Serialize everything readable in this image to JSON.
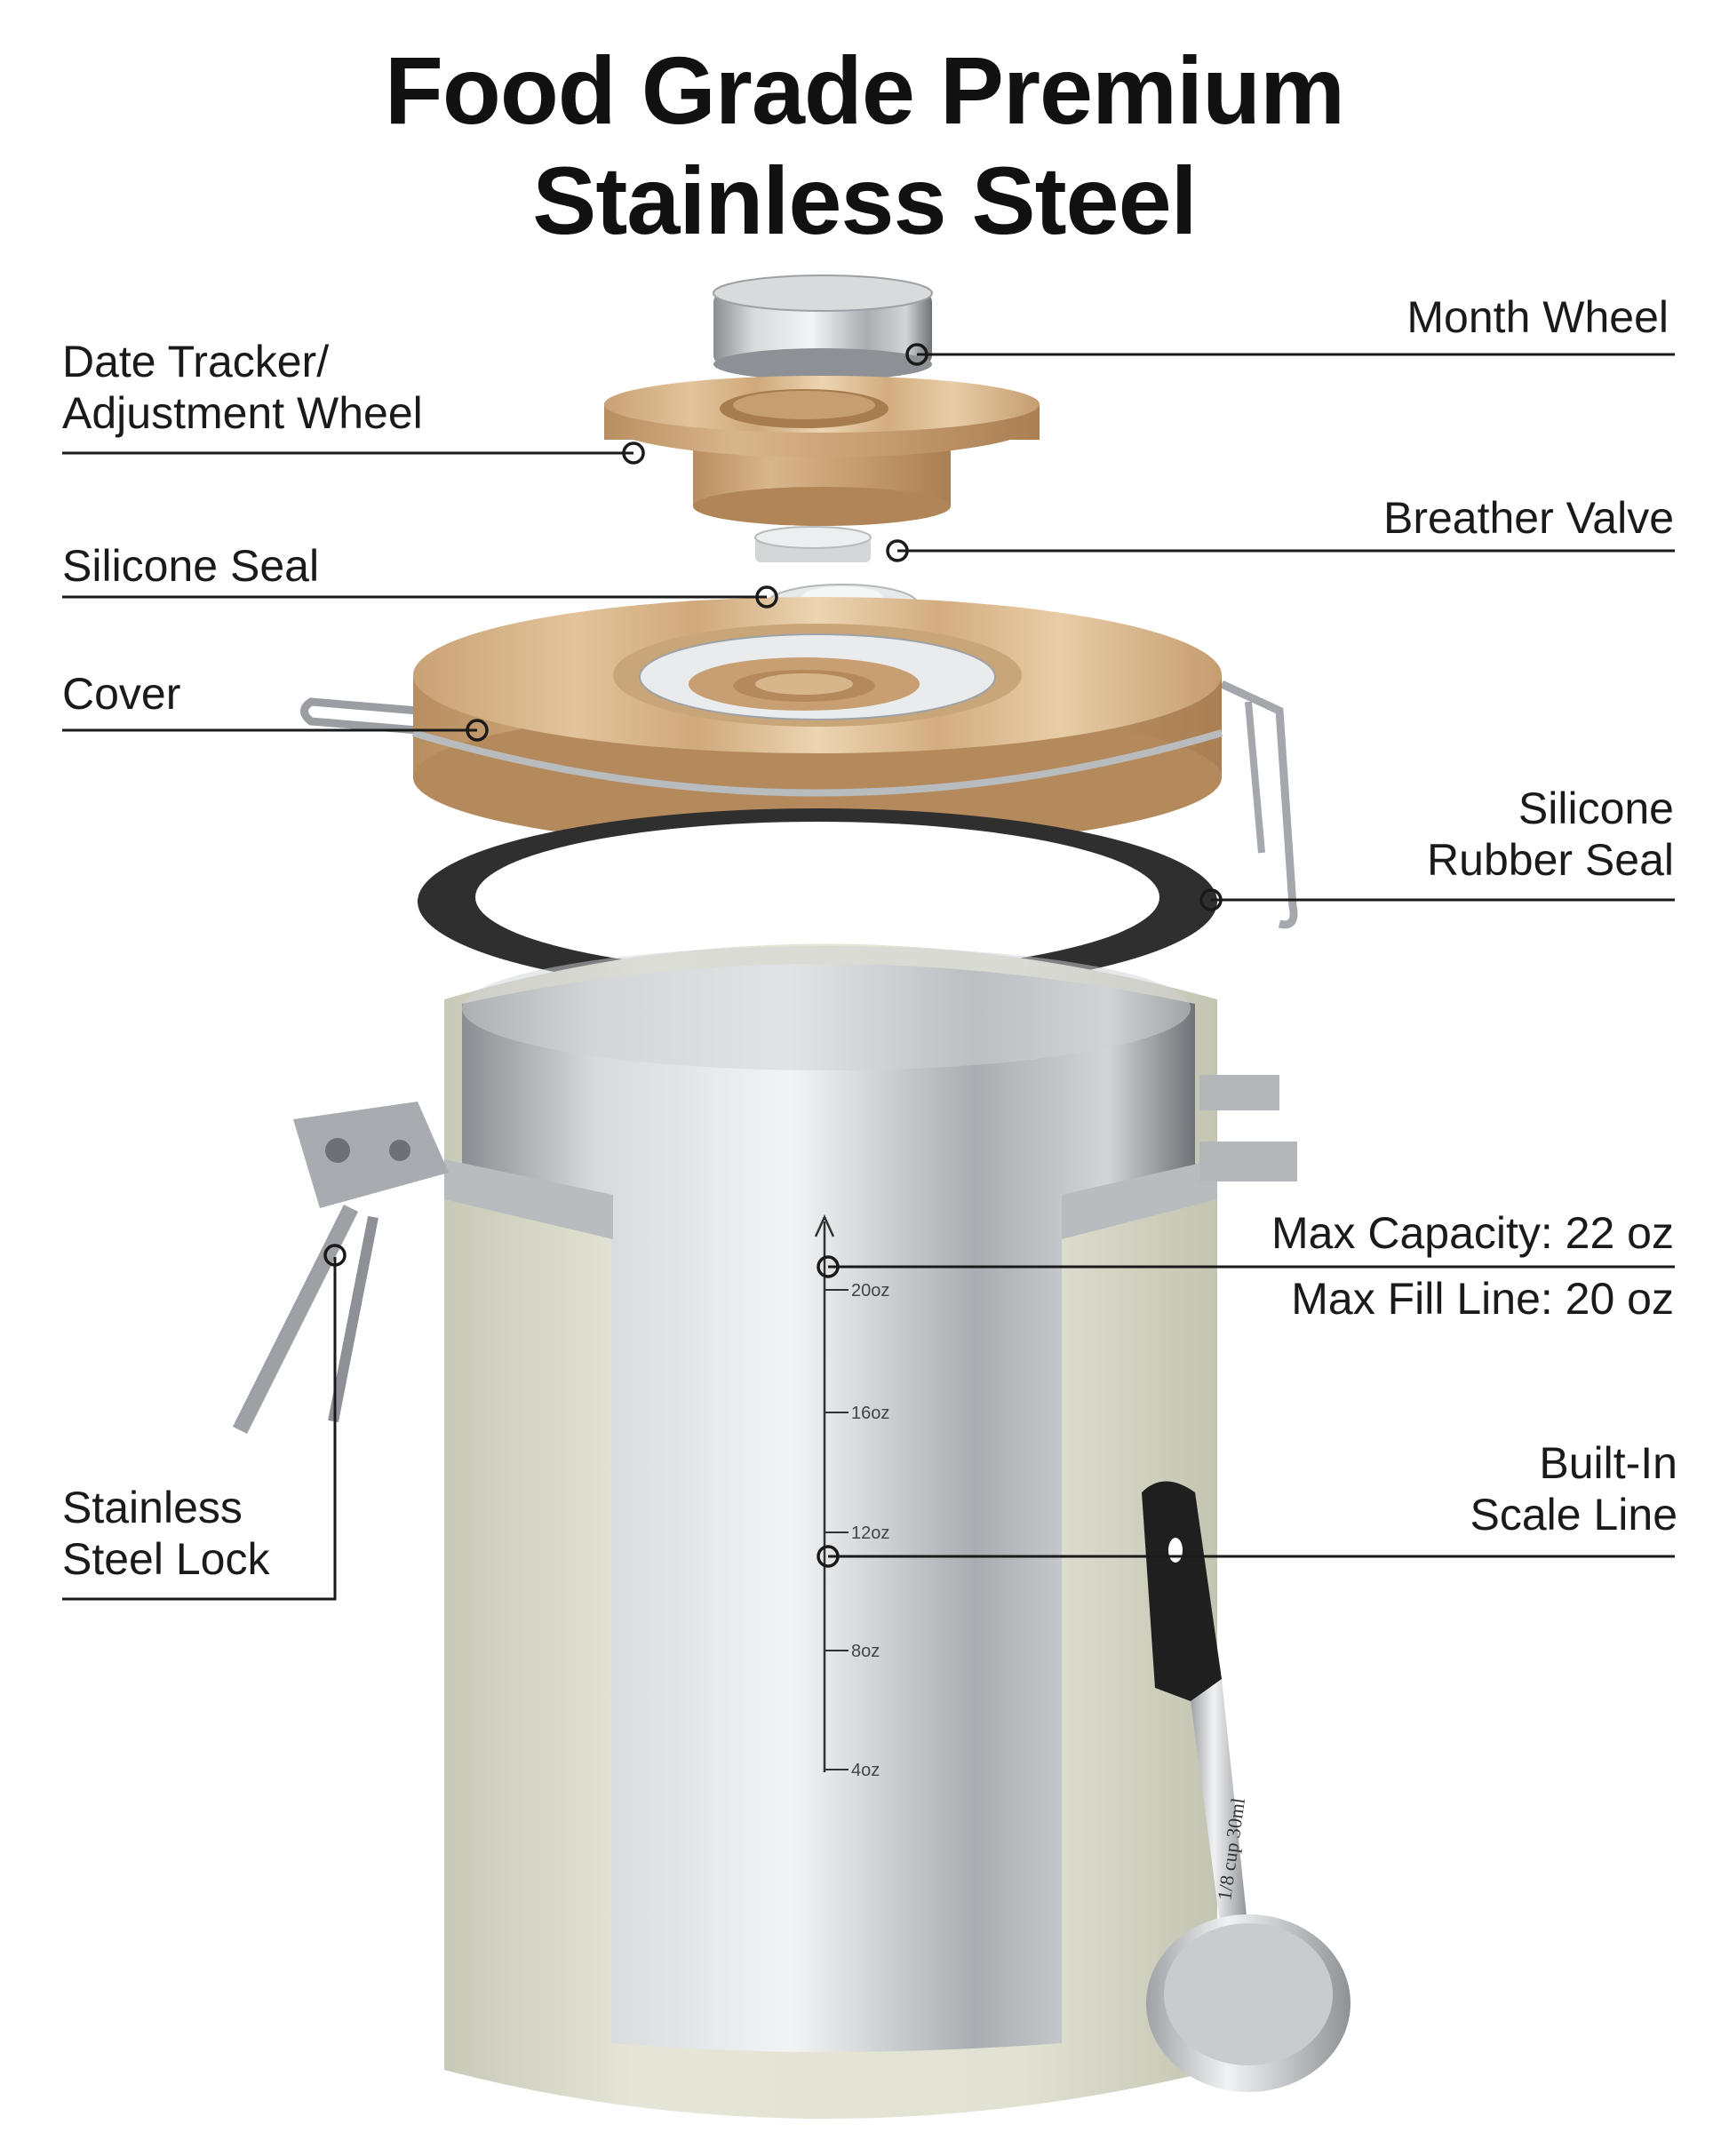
{
  "title": {
    "line1": "Food Grade Premium",
    "line2": "Stainless Steel"
  },
  "callouts": {
    "month_wheel": "Month Wheel",
    "date_tracker_line1": "Date Tracker/",
    "date_tracker_line2": "Adjustment Wheel",
    "breather_valve": "Breather Valve",
    "silicone_seal": "Silicone Seal",
    "cover": "Cover",
    "silicone_rubber_seal_line1": "Silicone",
    "silicone_rubber_seal_line2": "Rubber Seal",
    "max_capacity": "Max Capacity: 22 oz",
    "max_fill_line": "Max Fill Line: 20 oz",
    "built_in_scale_line1": "Built-In",
    "built_in_scale_line2": "Scale Line",
    "stainless_lock_line1": "Stainless",
    "stainless_lock_line2": "Steel Lock"
  },
  "scale_ticks": [
    "20oz",
    "16oz",
    "12oz",
    "8oz",
    "4oz"
  ],
  "scoop_marking": "1/8 cup 30ml",
  "colors": {
    "canister_body": "#dcdccd",
    "steel_light": "#e4e6e7",
    "steel_dark": "#7d8185",
    "bamboo": "#d6b389",
    "gasket": "#3a3a3a",
    "text": "#1a1a1a"
  }
}
